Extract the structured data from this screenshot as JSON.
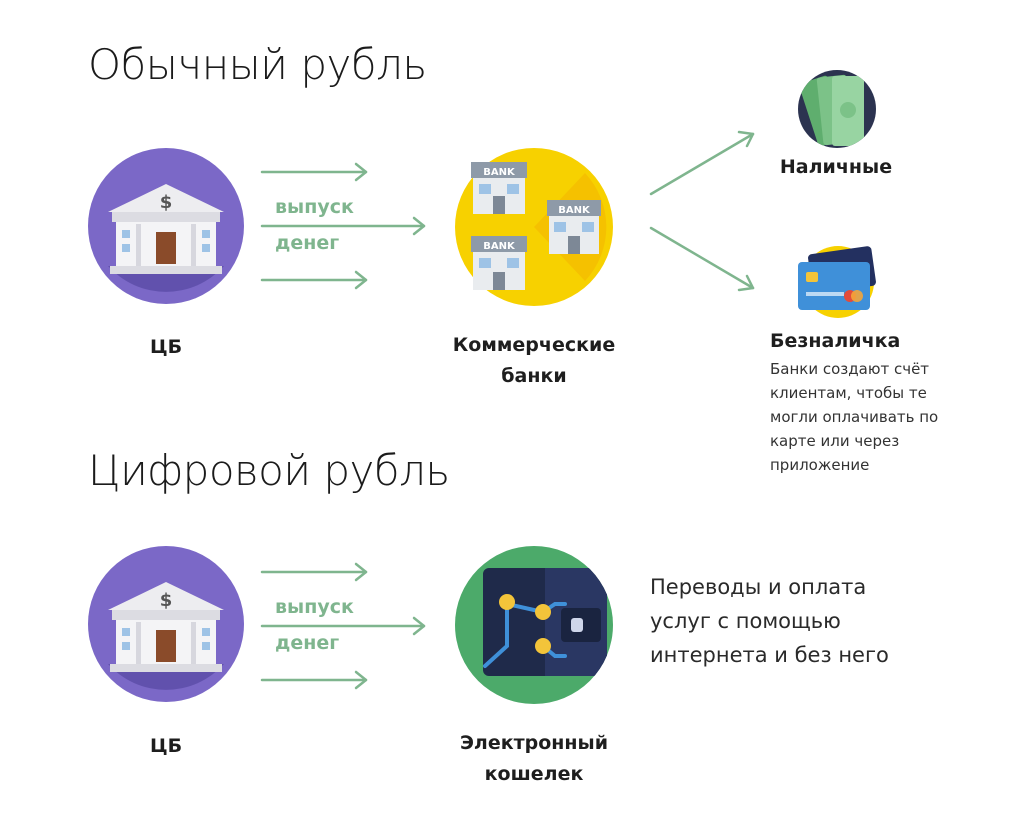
{
  "sections": {
    "regular": {
      "title": "Обычный рубль",
      "cb_label": "ЦБ",
      "issue_label_line1": "выпуск",
      "issue_label_line2": "денег",
      "banks_label_line1": "Коммерческие",
      "banks_label_line2": "банки",
      "bank_sign": "BANK",
      "cash_label": "Наличные",
      "noncash_label": "Безналичка",
      "noncash_desc": [
        "Банки создают счёт",
        "клиентам, чтобы те",
        "могли оплачивать по",
        "карте или через",
        "приложение"
      ]
    },
    "digital": {
      "title": "Цифровой рубль",
      "cb_label": "ЦБ",
      "issue_label_line1": "выпуск",
      "issue_label_line2": "денег",
      "wallet_label_line1": "Электронный",
      "wallet_label_line2": "кошелек",
      "desc": [
        "Переводы и оплата",
        "услуг с помощью",
        "интернета и без него"
      ]
    }
  },
  "colors": {
    "purple": "#7b68c7",
    "purple_dark": "#6151ad",
    "yellow": "#f7d100",
    "green_circle": "#4caa6a",
    "arrow_green": "#7fb58e",
    "navy": "#233060"
  },
  "icons": [
    "bank-building-icon",
    "banks-icon",
    "cash-icon",
    "credit-card-icon",
    "wallet-icon"
  ]
}
